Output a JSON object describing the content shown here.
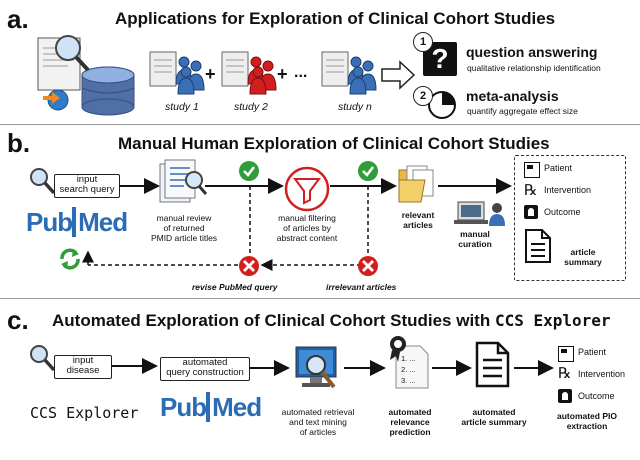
{
  "section_a": {
    "letter": "a.",
    "title": "Applications for Exploration of Clinical Cohort Studies",
    "studies": [
      "study 1",
      "study 2",
      "study n"
    ],
    "plus": "+",
    "ellipsis": "...",
    "q_num": "1",
    "q_title": "question answering",
    "q_sub": "qualitative relationship identification",
    "m_num": "2",
    "m_title": "meta-analysis",
    "m_sub": "quantify aggregate effect size"
  },
  "section_b": {
    "letter": "b.",
    "title": "Manual Human Exploration of Clinical Cohort Studies",
    "input_box": "input\nsearch query",
    "pubmed_pub": "Pub",
    "pubmed_med": "Med",
    "review_label": "manual review\nof returned\nPMID article titles",
    "filter_label": "manual filtering\nof articles by\nabstract content",
    "relevant_label": "relevant\narticles",
    "curation_label": "manual\ncuration",
    "revise_label": "revise PubMed query",
    "irrelevant_label": "irrelevant articles",
    "pio": [
      "Patient",
      "Intervention",
      "Outcome"
    ],
    "summary_label": "article\nsummary"
  },
  "section_c": {
    "letter": "c.",
    "title_prefix": "Automated Exploration of Clinical Cohort Studies with",
    "title_mono": "CCS Explorer",
    "input_box": "input\ndisease",
    "ccs_label": "CCS Explorer",
    "pubmed_pub": "Pub",
    "pubmed_med": "Med",
    "query_box": "automated\nquery construction",
    "retrieval_label": "automated retrieval\nand text mining\nof articles",
    "relevance_label": "automated\nrelevance\nprediction",
    "list_items": [
      "1. ...",
      "2. ...",
      "3. ..."
    ],
    "summary_label": "automated\narticle summary",
    "pio": [
      "Patient",
      "Intervention",
      "Outcome"
    ],
    "pio_label": "automated PIO\nextraction"
  },
  "colors": {
    "blue": "#3a6fb8",
    "red": "#d11f1f",
    "green": "#2f9e3a",
    "pubmed_blue": "#2a6db5"
  }
}
